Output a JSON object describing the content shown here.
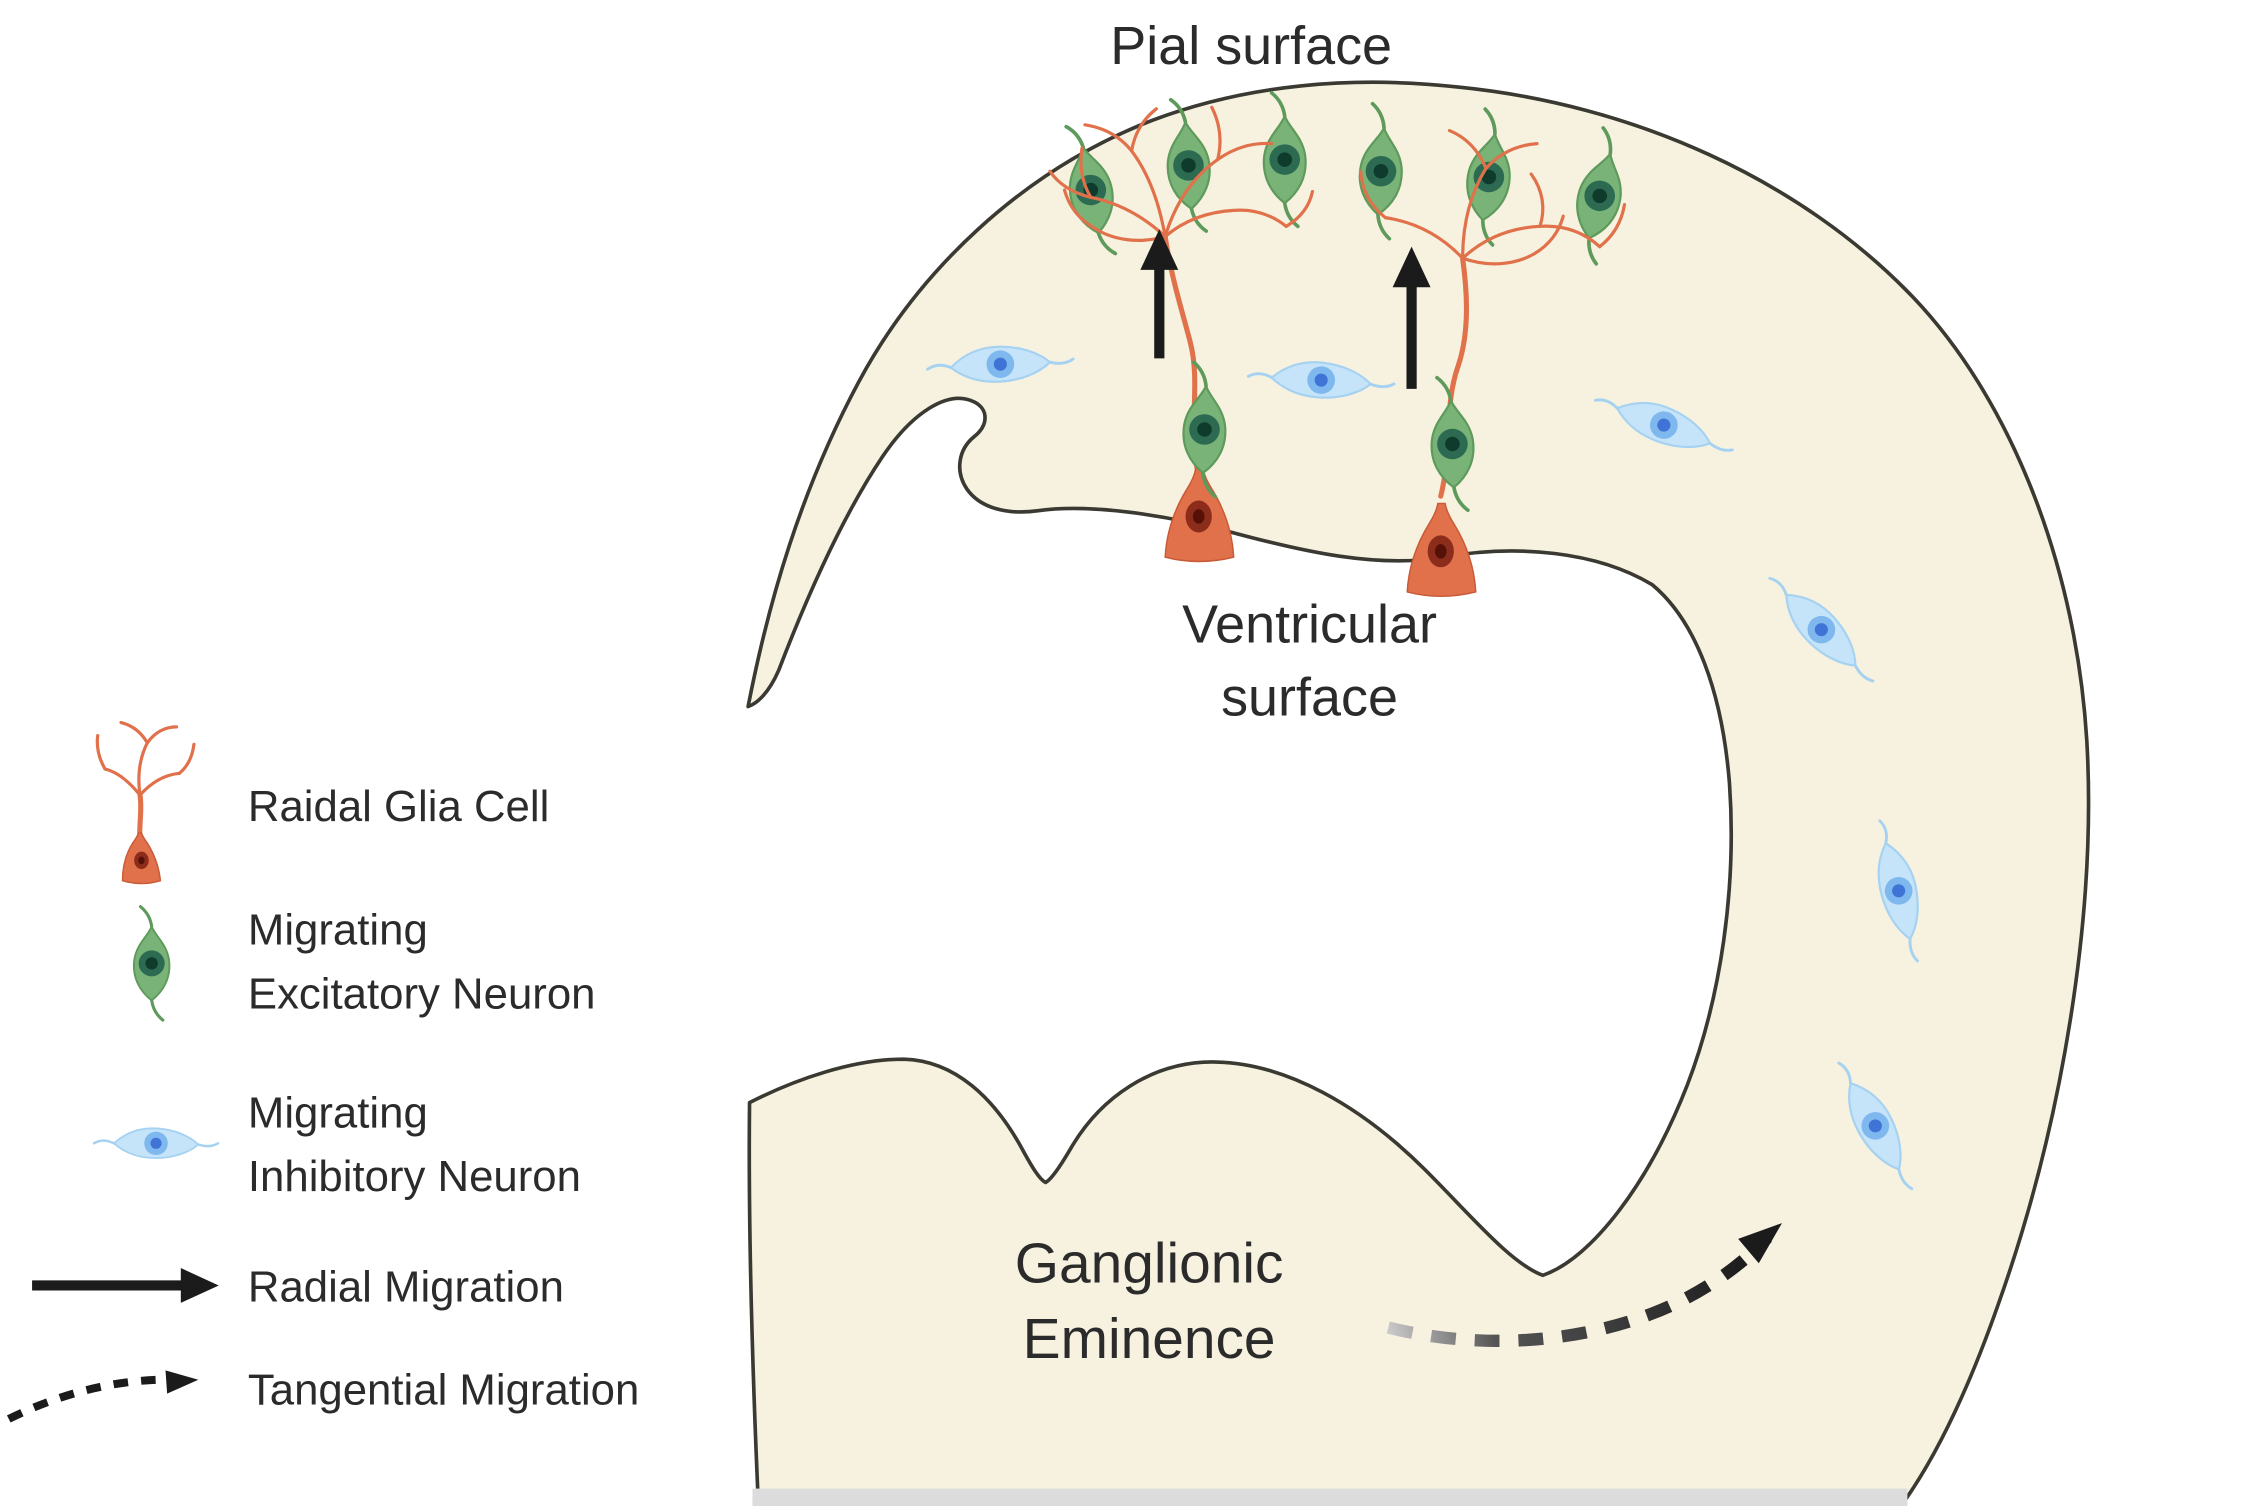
{
  "diagram": {
    "labels": {
      "pial_surface": "Pial surface",
      "ventricular_surface": [
        "Ventricular",
        "surface"
      ],
      "ganglionic_eminence": [
        "Ganglionic",
        "Eminence"
      ]
    }
  },
  "legend": {
    "items": [
      {
        "icon": "radial-glia-icon",
        "lines": [
          "Raidal Glia Cell"
        ]
      },
      {
        "icon": "excitatory-neuron-icon",
        "lines": [
          "Migrating",
          "Excitatory Neuron"
        ]
      },
      {
        "icon": "inhibitory-neuron-icon",
        "lines": [
          "Migrating",
          "Inhibitory Neuron"
        ]
      },
      {
        "icon": "radial-migration-arrow-icon",
        "lines": [
          "Radial Migration"
        ]
      },
      {
        "icon": "tangential-migration-arrow-icon",
        "lines": [
          "Tangential Migration"
        ]
      }
    ]
  },
  "element_counts": {
    "excitatory_neurons": 8,
    "inhibitory_neurons": 6,
    "radial_glia_cells": 2,
    "radial_migration_arrows": 2,
    "tangential_migration_arrows": 1
  },
  "colors": {
    "tissue_fill": "#f7f2df",
    "tissue_outline": "#3a3a32",
    "excitatory_body": "#79b377",
    "excitatory_nucleus": "#2c6b52",
    "excitatory_nucleus_core": "#0e3b2c",
    "inhibitory_body": "#c6e4f9",
    "inhibitory_nucleus": "#7fb8ef",
    "inhibitory_nucleus_core": "#3f74d6",
    "glia_body": "#e0714b",
    "glia_nucleus": "#8c2d1c",
    "arrow": "#1b1b1b",
    "text": "#2b2b2b"
  }
}
